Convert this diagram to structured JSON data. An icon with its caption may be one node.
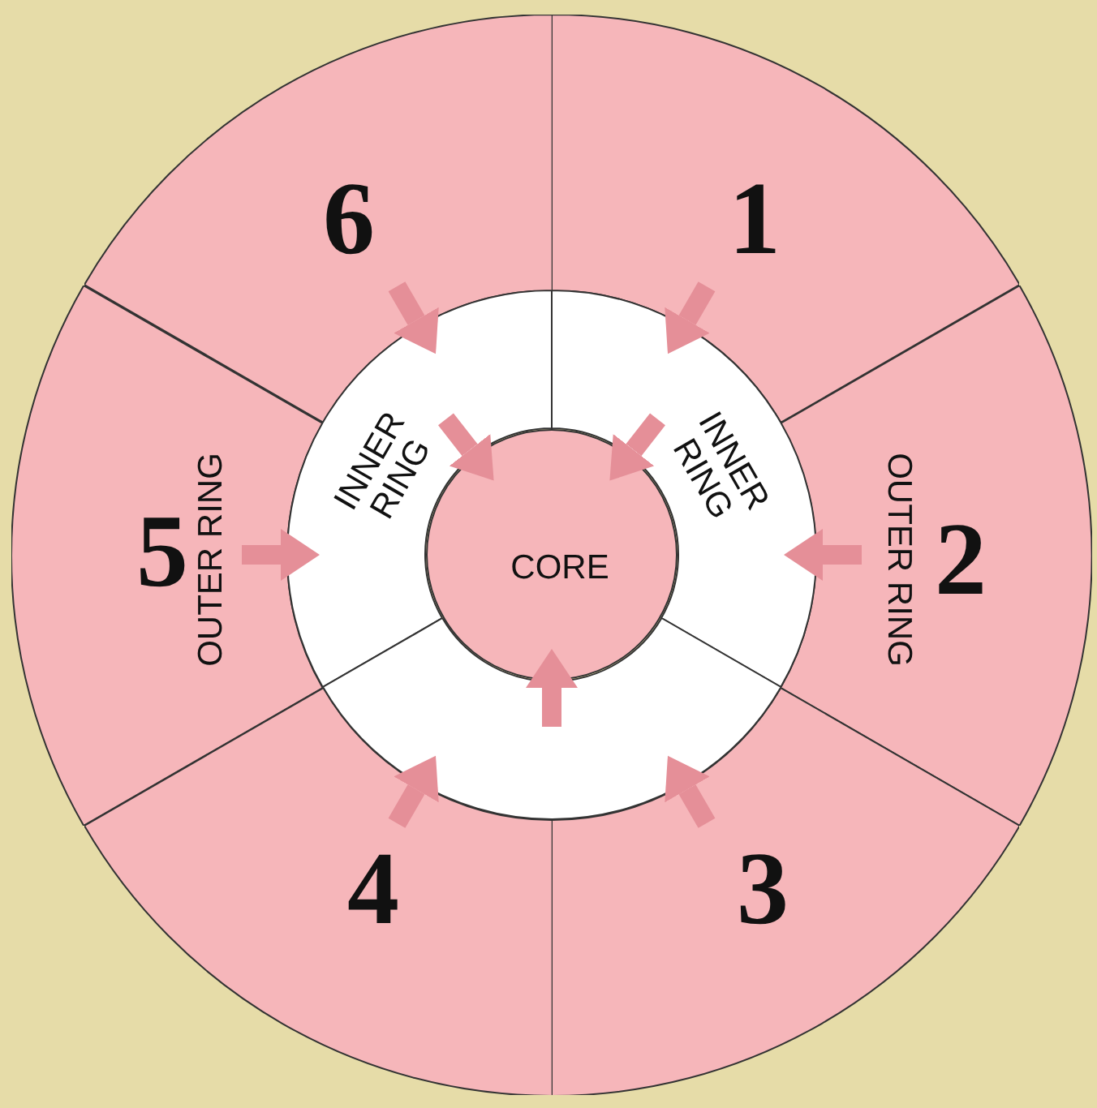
{
  "diagram": {
    "nodes": [
      {
        "text": [
          "6"
        ]
      },
      {
        "text": [
          "1"
        ]
      },
      {
        "text": [
          "5",
          "OUTER RING"
        ]
      },
      {
        "text": [
          "2",
          "OUTER RING"
        ]
      },
      {
        "text": [
          "4"
        ]
      },
      {
        "text": [
          "3"
        ]
      },
      {
        "text": [
          "INNER RING"
        ]
      },
      {
        "text": [
          "INNER RING"
        ]
      },
      {
        "text": [],
        "shape": "band"
      },
      {
        "text": [
          "CORE"
        ]
      }
    ],
    "edges": [
      {
        "from": 0,
        "to": 6,
        "arrow": "to"
      },
      {
        "from": 1,
        "to": 7,
        "arrow": "to"
      },
      {
        "from": 2,
        "to": 6,
        "arrow": "to"
      },
      {
        "from": 3,
        "to": 7,
        "arrow": "to"
      },
      {
        "from": 4,
        "to": 8,
        "arrow": "to"
      },
      {
        "from": 5,
        "to": 8,
        "arrow": "to"
      },
      {
        "from": 6,
        "to": 9,
        "arrow": "to"
      },
      {
        "from": 7,
        "to": 9,
        "arrow": "to"
      },
      {
        "from": 8,
        "to": 9,
        "arrow": "to"
      }
    ]
  }
}
